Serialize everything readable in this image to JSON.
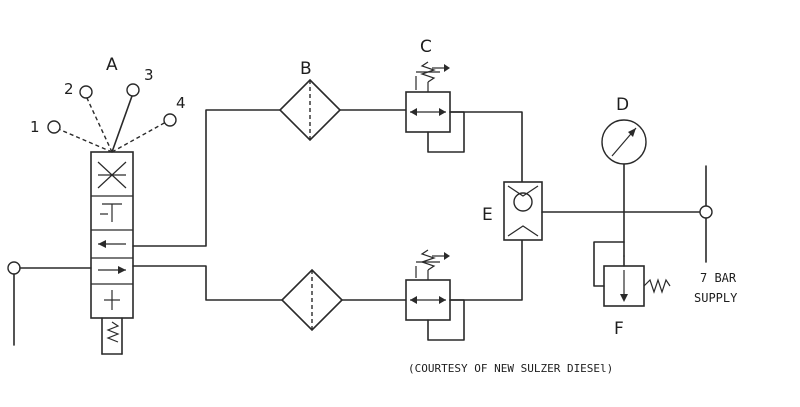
{
  "labels": {
    "a": "A",
    "b": "B",
    "c": "C",
    "d": "D",
    "e": "E",
    "f": "F"
  },
  "positions": [
    "1",
    "2",
    "3",
    "4"
  ],
  "supply": {
    "line1": "7 BAR",
    "line2": "SUPPLY"
  },
  "credit": "(COURTESY OF NEW SULZER DIESEl)"
}
